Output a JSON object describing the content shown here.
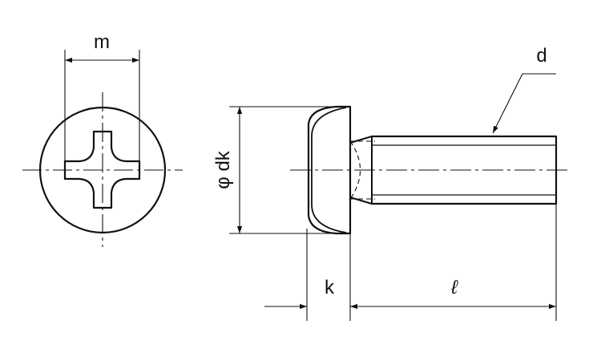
{
  "labels": {
    "m": "m",
    "d": "d",
    "dk": "φ dk",
    "k": "k",
    "l": "ℓ"
  },
  "colors": {
    "line": "#111111",
    "background": "#ffffff"
  }
}
